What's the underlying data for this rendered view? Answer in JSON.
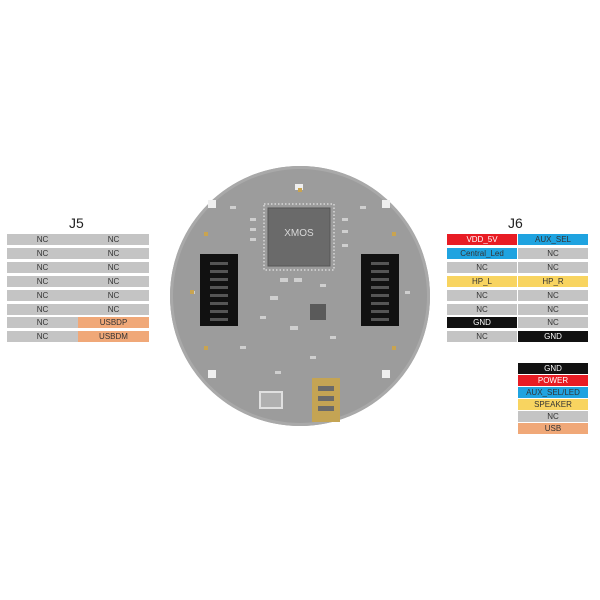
{
  "j5": {
    "title": "J5",
    "rows": [
      {
        "left": {
          "text": "NC",
          "color": "#c4c4c4"
        },
        "right": {
          "text": "NC",
          "color": "#c4c4c4"
        }
      },
      {
        "left": {
          "text": "NC",
          "color": "#c4c4c4"
        },
        "right": {
          "text": "NC",
          "color": "#c4c4c4"
        }
      },
      {
        "left": {
          "text": "NC",
          "color": "#c4c4c4"
        },
        "right": {
          "text": "NC",
          "color": "#c4c4c4"
        }
      },
      {
        "left": {
          "text": "NC",
          "color": "#c4c4c4"
        },
        "right": {
          "text": "NC",
          "color": "#c4c4c4"
        }
      },
      {
        "left": {
          "text": "NC",
          "color": "#c4c4c4"
        },
        "right": {
          "text": "NC",
          "color": "#c4c4c4"
        }
      },
      {
        "left": {
          "text": "NC",
          "color": "#c4c4c4"
        },
        "right": {
          "text": "NC",
          "color": "#c4c4c4"
        }
      },
      {
        "left": {
          "text": "NC",
          "color": "#c4c4c4"
        },
        "right": {
          "text": "USBDP",
          "color": "#f0a878"
        }
      },
      {
        "left": {
          "text": "NC",
          "color": "#c4c4c4"
        },
        "right": {
          "text": "USBDM",
          "color": "#f0a878"
        }
      }
    ]
  },
  "j6": {
    "title": "J6",
    "rows": [
      {
        "left": {
          "text": "VDD_5V",
          "color": "#e81c24"
        },
        "right": {
          "text": "AUX_SEL",
          "color": "#1fa3e0"
        }
      },
      {
        "left": {
          "text": "Central_Led",
          "color": "#1fa3e0"
        },
        "right": {
          "text": "NC",
          "color": "#c4c4c4"
        }
      },
      {
        "left": {
          "text": "NC",
          "color": "#c4c4c4"
        },
        "right": {
          "text": "NC",
          "color": "#c4c4c4"
        }
      },
      {
        "left": {
          "text": "HP_L",
          "color": "#f8d460"
        },
        "right": {
          "text": "HP_R",
          "color": "#f8d460"
        }
      },
      {
        "left": {
          "text": "NC",
          "color": "#c4c4c4"
        },
        "right": {
          "text": "NC",
          "color": "#c4c4c4"
        }
      },
      {
        "left": {
          "text": "NC",
          "color": "#c4c4c4"
        },
        "right": {
          "text": "NC",
          "color": "#c4c4c4"
        }
      },
      {
        "left": {
          "text": "GND",
          "color": "#111111"
        },
        "right": {
          "text": "NC",
          "color": "#c4c4c4"
        }
      },
      {
        "left": {
          "text": "NC",
          "color": "#c4c4c4"
        },
        "right": {
          "text": "GND",
          "color": "#111111"
        }
      }
    ]
  },
  "legend": [
    {
      "text": "GND",
      "color": "#111111"
    },
    {
      "text": "POWER",
      "color": "#e81c24"
    },
    {
      "text": "AUX_SEL/LED",
      "color": "#1fa3e0"
    },
    {
      "text": "SPEAKER",
      "color": "#f8d460"
    },
    {
      "text": "NC",
      "color": "#c4c4c4"
    },
    {
      "text": "USB",
      "color": "#f0a878"
    }
  ],
  "board": {
    "chip_label": "XMOS"
  }
}
